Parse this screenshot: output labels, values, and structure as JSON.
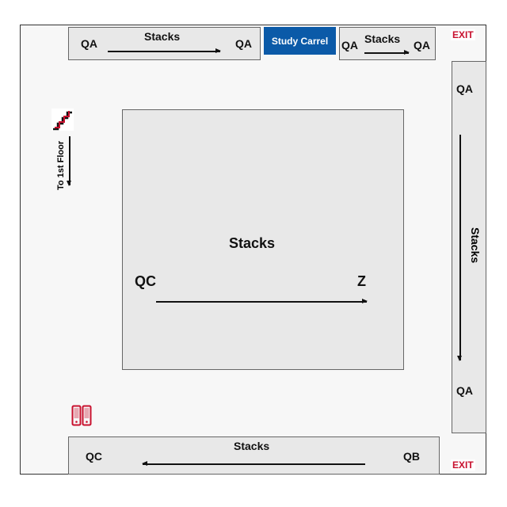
{
  "map": {
    "study_carrel": "Study Carrel",
    "exit_top": "EXIT",
    "exit_bottom": "EXIT",
    "stairs_label": "To 1st Floor",
    "top_left_stacks": {
      "title": "Stacks",
      "start": "QA",
      "end": "QA"
    },
    "top_right_stacks": {
      "title": "Stacks",
      "start": "QA",
      "end": "QA"
    },
    "right_stacks": {
      "title": "Stacks",
      "start": "QA",
      "end": "QA"
    },
    "center_stacks": {
      "title": "Stacks",
      "start": "QC",
      "end": "Z"
    },
    "bottom_stacks": {
      "title": "Stacks",
      "start": "QB",
      "end": "QC"
    },
    "icons": [
      "stairs-icon",
      "phone-icon"
    ],
    "colors": {
      "carrel": "#0b5aa8",
      "exit": "#c8102e",
      "stairs": "#c8102e",
      "phone": "#c8102e"
    }
  }
}
